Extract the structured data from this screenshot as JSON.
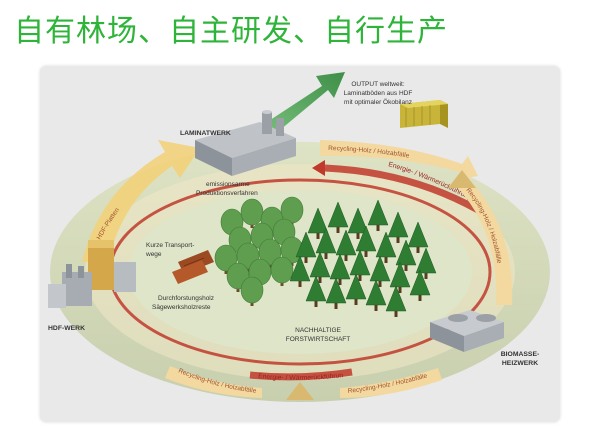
{
  "heading": "自有林场、自主研发、自行生产",
  "diagram": {
    "output": [
      "OUTPUT weltweit:",
      "Laminatböden aus HDF",
      "mit optimaler Ökobilanz"
    ],
    "laminatwerk": "LAMINATWERK",
    "emission": [
      "emissionsarme",
      "Produktionsverfahren"
    ],
    "hdf_platten": "HDF-Platten",
    "kurze": [
      "Kurze Transport-",
      "wege"
    ],
    "durchforstung": [
      "Durchforstungsholz",
      "Sägewerksholzreste"
    ],
    "hdf_werk": "HDF-WERK",
    "nachhaltige": [
      "NACHHALTIGE",
      "FORSTWIRTSCHAFT"
    ],
    "biomasse": [
      "BIOMASSE-",
      "HEIZWERK"
    ],
    "recycling_top": "Recycling-Holz / Holzabfälle",
    "energie_top": "Energie- / Wärmerückführung",
    "recycling_right": "Recycling-Holz / Holzabfälle",
    "energie_bottom": "Energie- / Wärmerückführung",
    "recycling_bottom_left": "Recycling-Holz / Holzabfälle",
    "recycling_bottom_right": "Recycling-Holz / Holzabfälle"
  },
  "colors": {
    "heading": "#2fb43a",
    "forest_dark": "#2e7d32",
    "forest_light": "#5f9e4f",
    "ring_outer": "#f3d9a0",
    "ring_red": "#c0392b",
    "arrow_green": "#4f9e58"
  }
}
